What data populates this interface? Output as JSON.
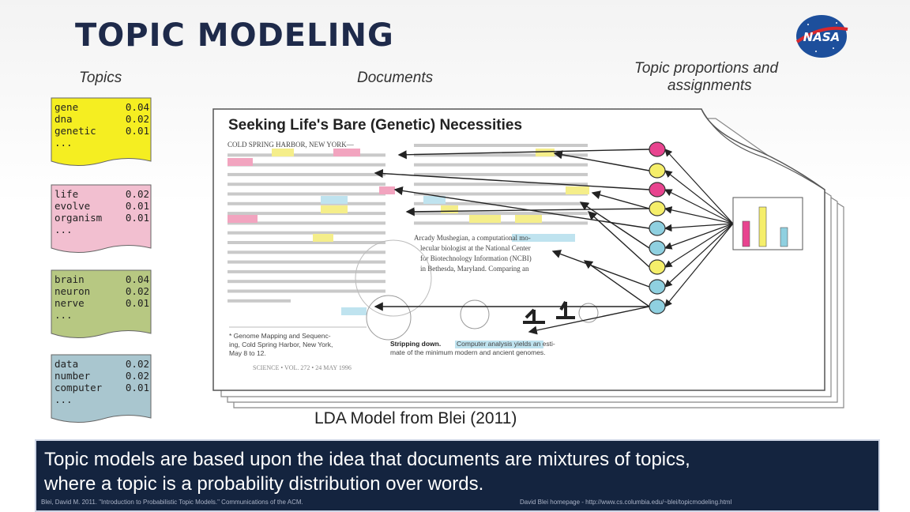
{
  "slide": {
    "title": "TOPIC MODELING",
    "logo_text": "NASA",
    "headers": {
      "topics": "Topics",
      "documents": "Documents",
      "proportions_line1": "Topic proportions and",
      "proportions_line2": "assignments"
    },
    "topics": [
      {
        "color": "#f5ee21",
        "words": [
          {
            "w": "gene",
            "p": "0.04"
          },
          {
            "w": "dna",
            "p": "0.02"
          },
          {
            "w": "genetic",
            "p": "0.01"
          }
        ],
        "more": "..."
      },
      {
        "color": "#f2bfd0",
        "words": [
          {
            "w": "life",
            "p": "0.02"
          },
          {
            "w": "evolve",
            "p": "0.01"
          },
          {
            "w": "organism",
            "p": "0.01"
          }
        ],
        "more": "..."
      },
      {
        "color": "#b7c882",
        "words": [
          {
            "w": "brain",
            "p": "0.04"
          },
          {
            "w": "neuron",
            "p": "0.02"
          },
          {
            "w": "nerve",
            "p": "0.01"
          }
        ],
        "more": "..."
      },
      {
        "color": "#a9c6cf",
        "words": [
          {
            "w": "data",
            "p": "0.02"
          },
          {
            "w": "number",
            "p": "0.02"
          },
          {
            "w": "computer",
            "p": "0.01"
          }
        ],
        "more": "..."
      }
    ],
    "document": {
      "title": "Seeking Life's Bare (Genetic) Necessities",
      "dateline": "COLD SPRING HARBOR, NEW YORK—",
      "footnote_line1": "* Genome Mapping and Sequenc-",
      "footnote_line2": "ing, Cold Spring Harbor, New York,",
      "footnote_line3": "May 8 to 12.",
      "footer": "SCIENCE • VOL. 272 • 24 MAY 1996",
      "caption_bold": "Stripping down.",
      "caption_rest": "Computer analysis yields an esti-",
      "caption_line2": "mate of the minimum modern and ancient genomes.",
      "right_col": "Arcady Mushegian, a computational mo-",
      "right_col2": "lecular biologist at the National Center",
      "right_col3": "for Biotechnology Information (NCBI)",
      "right_col4": "in Bethesda, Maryland. Comparing an"
    },
    "proportions_colors": [
      "#e8448f",
      "#f5ee6a",
      "#8fd0e0"
    ],
    "circle_colors": [
      "#e8448f",
      "#f5ee6a",
      "#e8448f",
      "#f5ee6a",
      "#8fd0e0",
      "#8fd0e0",
      "#f5ee6a",
      "#8fd0e0",
      "#8fd0e0"
    ],
    "caption": "LDA Model from Blei (2011)",
    "banner_line1": "Topic models are based upon the idea that documents are mixtures of topics,",
    "banner_line2": "where a topic is a probability distribution over words.",
    "cite_left": "Blei, David M. 2011. \"Introduction to Probabilistic Topic Models.\" Communications of the ACM.",
    "cite_right": "David Blei homepage - http://www.cs.columbia.edu/~blei/topicmodeling.html"
  }
}
